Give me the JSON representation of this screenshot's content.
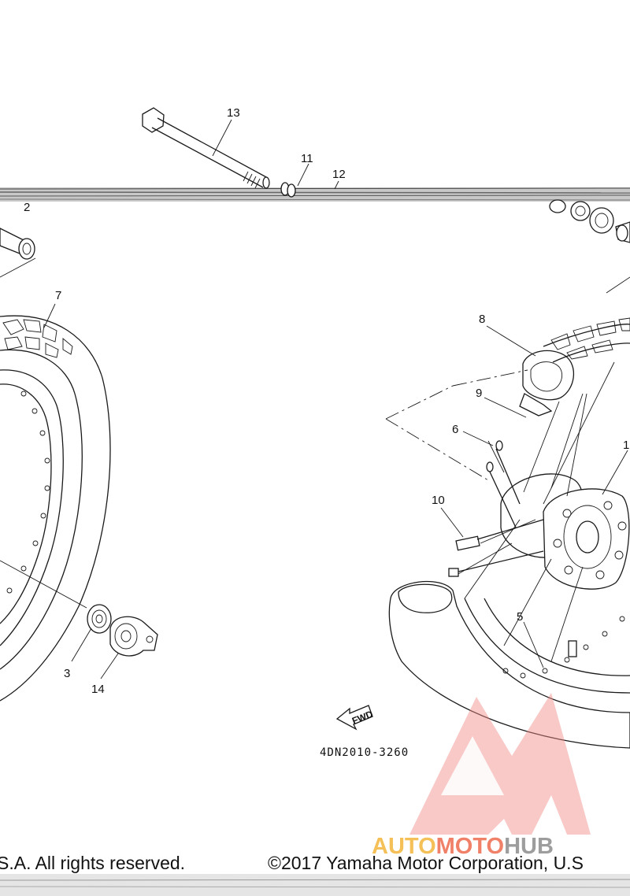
{
  "callouts": [
    {
      "id": "13",
      "text": "13"
    },
    {
      "id": "11",
      "text": "11"
    },
    {
      "id": "12",
      "text": "12"
    },
    {
      "id": "2",
      "text": "2"
    },
    {
      "id": "7",
      "text": "7"
    },
    {
      "id": "8",
      "text": "8"
    },
    {
      "id": "9",
      "text": "9"
    },
    {
      "id": "6",
      "text": "6"
    },
    {
      "id": "10",
      "text": "10"
    },
    {
      "id": "1",
      "text": "1"
    },
    {
      "id": "5",
      "text": "5"
    },
    {
      "id": "3",
      "text": "3"
    },
    {
      "id": "14",
      "text": "14"
    }
  ],
  "diagram_code": "4DN2010-3260",
  "fwd_label": "FWD",
  "copyright_left": "S.A. All rights reserved.",
  "copyright_right": "©2017 Yamaha Motor Corporation, U.S",
  "watermark": {
    "part1": "AUTO",
    "part2": "MOTO",
    "part3": "HUB",
    "colors": {
      "part1": "#f3b63a",
      "part2": "#ee6a4d",
      "part3": "#8c8c8c",
      "emblem": "#f08a86"
    }
  },
  "colors": {
    "line": "#1a1a1a",
    "background": "#ffffff"
  }
}
